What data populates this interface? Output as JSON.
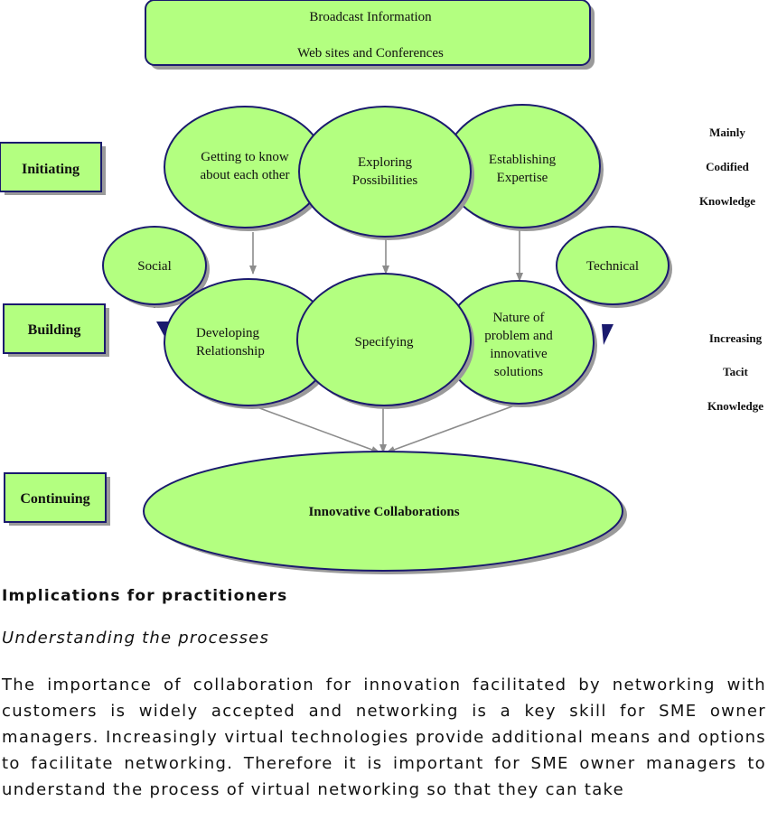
{
  "diagram": {
    "broadcast": {
      "line1": "Broadcast Information",
      "line2": "Web sites and Conferences"
    },
    "stages": {
      "initiating": "Initiating",
      "building": "Building",
      "continuing": "Continuing"
    },
    "initiating_nodes": {
      "getting_to_know": [
        "Getting to know",
        "about each other"
      ],
      "exploring": [
        "Exploring",
        "Possibilities"
      ],
      "establishing": [
        "Establishing",
        "Expertise"
      ]
    },
    "building_nodes": {
      "developing": [
        "Developing",
        "Relationship"
      ],
      "specifying": "Specifying",
      "nature": [
        "Nature of",
        "problem and",
        "innovative",
        "solutions"
      ]
    },
    "side_nodes": {
      "social": "Social",
      "technical": "Technical"
    },
    "continuing_node": "Innovative Collaborations",
    "knowledge_top": [
      "Mainly",
      "Codified",
      "Knowledge"
    ],
    "knowledge_bottom": [
      "Increasing",
      "Tacit",
      "Knowledge"
    ],
    "colors": {
      "bubble_fill": "#b3ff80",
      "bubble_stroke": "#1a1a6e",
      "arrow": "#8c8c8c",
      "shadow": "#9a9a9a"
    }
  },
  "article": {
    "heading": "Implications for practitioners",
    "subheading": "Understanding the processes",
    "paragraph": "The importance of collaboration for innovation facilitated by networking with customers is widely accepted and networking is a key skill for SME owner managers.  Increasingly virtual technologies provide additional means and options to facilitate networking.  Therefore it is important for SME owner managers to understand the process of virtual networking so that they can take"
  }
}
